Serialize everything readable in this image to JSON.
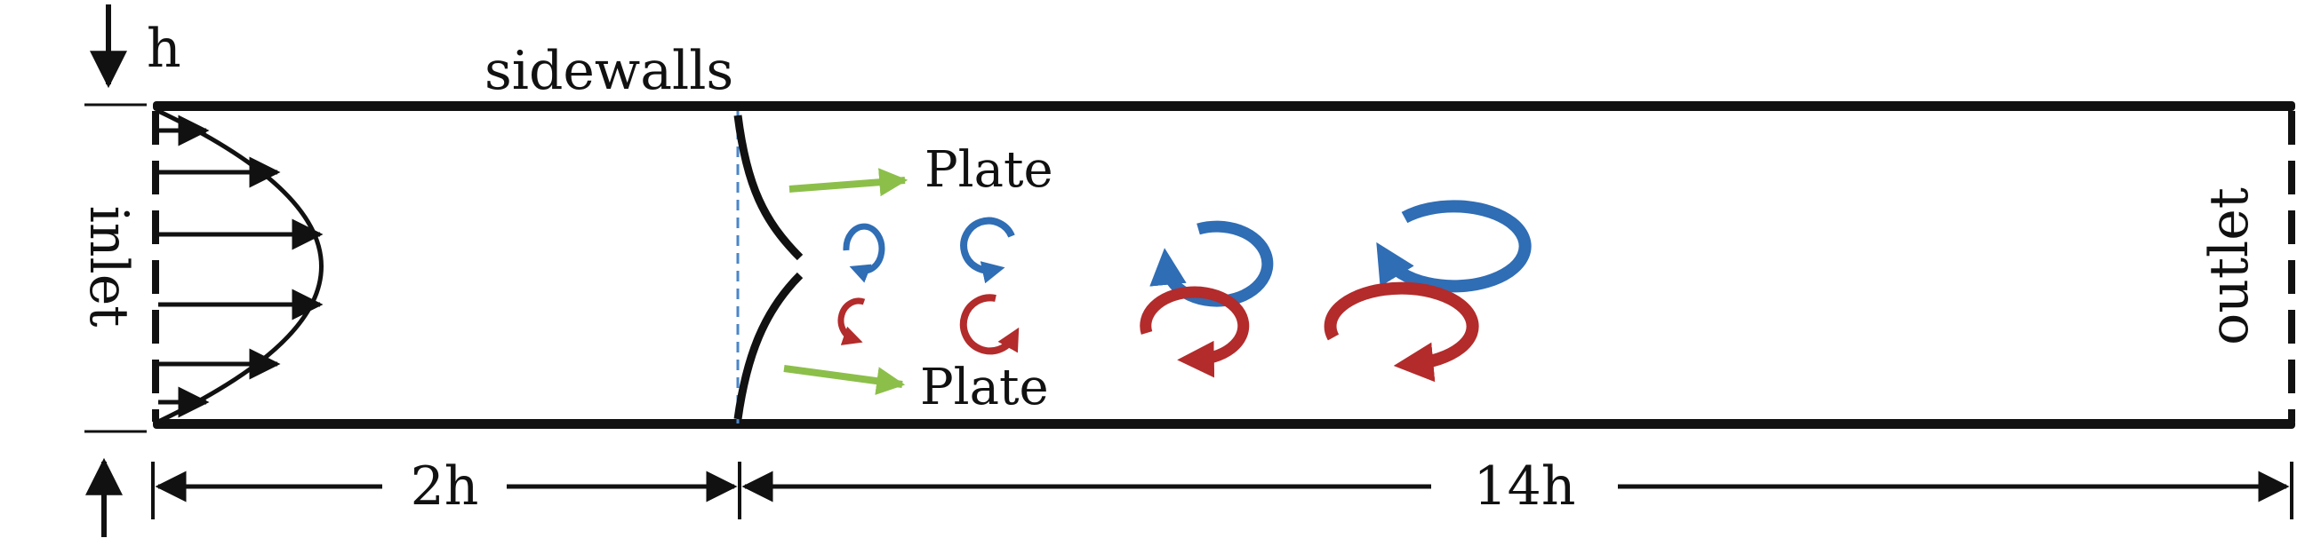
{
  "labels": {
    "h": "h",
    "sidewalls": "sidewalls",
    "inlet": "inlet",
    "outlet": "outlet",
    "plate_top": "Plate",
    "plate_bottom": "Plate",
    "dim_upstream": "2h",
    "dim_downstream": "14h"
  },
  "colors": {
    "wall": "#111111",
    "plate_arrow": "#8cbf4a",
    "vortex_blue": "#2f6db5",
    "vortex_red": "#b32b2b",
    "centerline": "#4a86c8"
  },
  "icons": {
    "inflow": "arrow-right-icon",
    "vortex": "circular-arrow-icon",
    "dimension": "double-headed-arrow-icon"
  }
}
